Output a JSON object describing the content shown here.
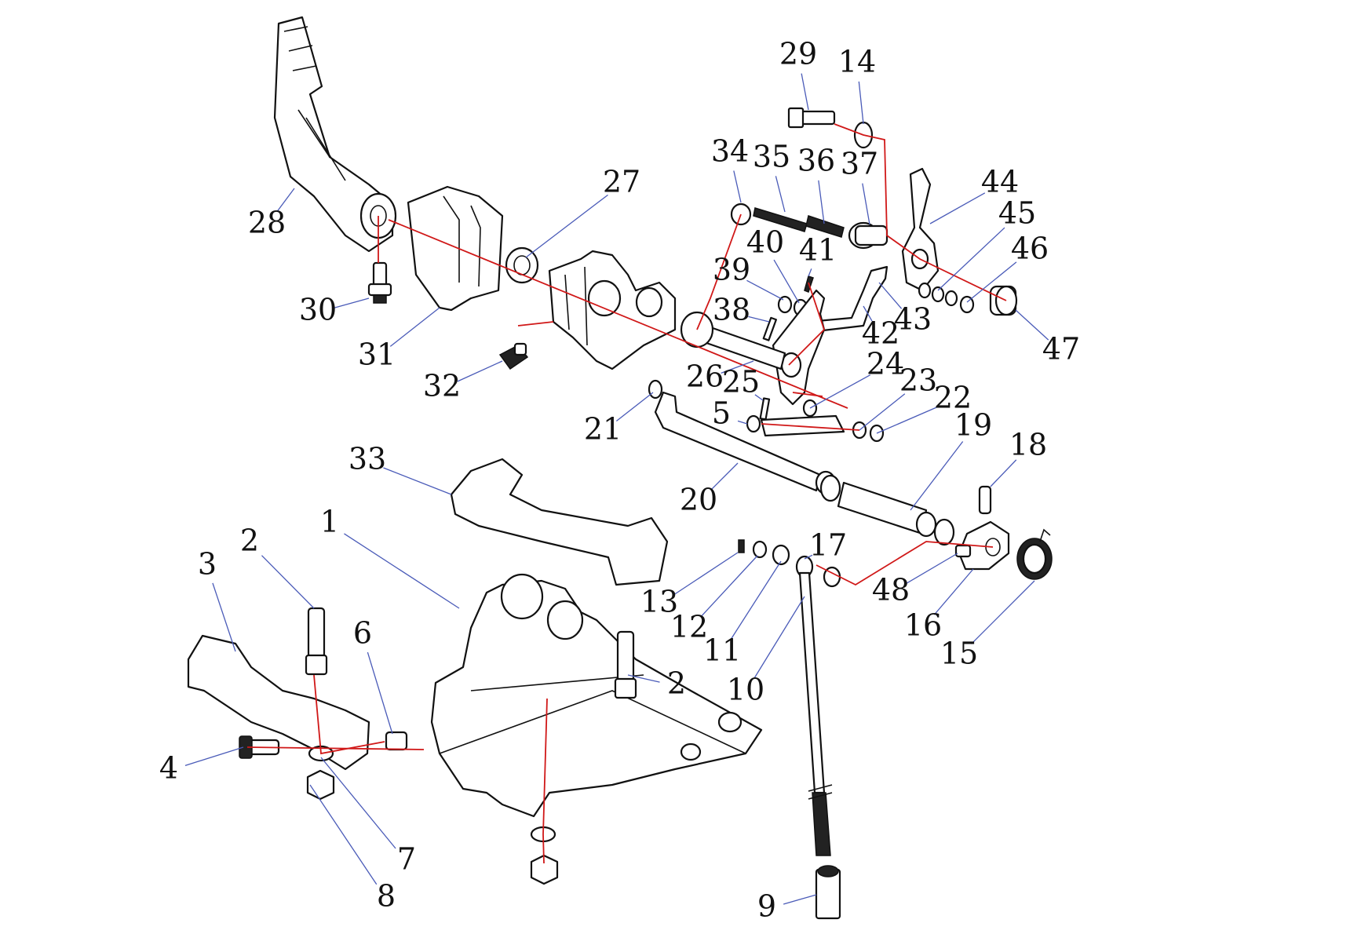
{
  "colors": {
    "leader": "#4a5bb8",
    "axis": "#d01818",
    "ink": "#111111"
  },
  "callouts": [
    {
      "label": "1"
    },
    {
      "label": "2"
    },
    {
      "label": "2"
    },
    {
      "label": "3"
    },
    {
      "label": "4"
    },
    {
      "label": "5"
    },
    {
      "label": "6"
    },
    {
      "label": "7"
    },
    {
      "label": "8"
    },
    {
      "label": "9"
    },
    {
      "label": "10"
    },
    {
      "label": "11"
    },
    {
      "label": "12"
    },
    {
      "label": "13"
    },
    {
      "label": "14"
    },
    {
      "label": "15"
    },
    {
      "label": "16"
    },
    {
      "label": "17"
    },
    {
      "label": "18"
    },
    {
      "label": "19"
    },
    {
      "label": "20"
    },
    {
      "label": "21"
    },
    {
      "label": "22"
    },
    {
      "label": "23"
    },
    {
      "label": "24"
    },
    {
      "label": "25"
    },
    {
      "label": "26"
    },
    {
      "label": "27"
    },
    {
      "label": "28"
    },
    {
      "label": "29"
    },
    {
      "label": "30"
    },
    {
      "label": "31"
    },
    {
      "label": "32"
    },
    {
      "label": "33"
    },
    {
      "label": "34"
    },
    {
      "label": "35"
    },
    {
      "label": "36"
    },
    {
      "label": "37"
    },
    {
      "label": "38"
    },
    {
      "label": "39"
    },
    {
      "label": "40"
    },
    {
      "label": "41"
    },
    {
      "label": "42"
    },
    {
      "label": "43"
    },
    {
      "label": "44"
    },
    {
      "label": "45"
    },
    {
      "label": "46"
    },
    {
      "label": "47"
    },
    {
      "label": "48"
    }
  ]
}
